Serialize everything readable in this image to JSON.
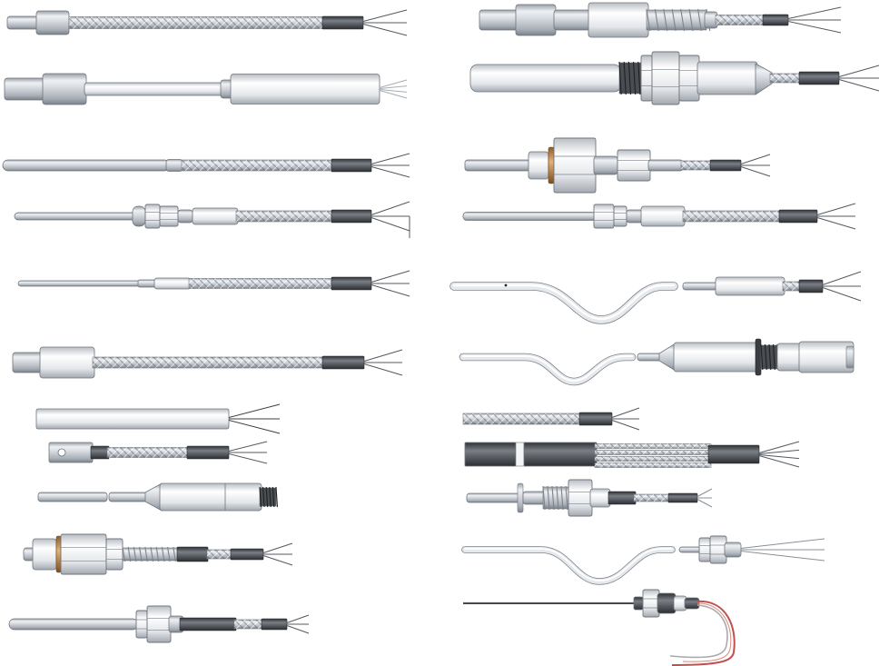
{
  "palette": {
    "background": "#ffffff",
    "steel_light": "#f4f6f8",
    "steel_mid": "#c4c9cf",
    "steel_dark": "#7d838b",
    "outline": "#6f757c",
    "braid_light": "#d3d7dc",
    "braid_dark": "#8e949b",
    "sleeve_dark": "#3c3f44",
    "wire": "#55595e",
    "copper": "#c08a4e",
    "red_wire": "#c0504d"
  },
  "probes": {
    "left": [
      {
        "id": "probe-l1",
        "type": "collar-braided-sensor"
      },
      {
        "id": "probe-l2",
        "type": "sleeved-cylinder-sensor"
      },
      {
        "id": "probe-l3",
        "type": "straight-braided-sensor"
      },
      {
        "id": "probe-l4",
        "type": "compression-fitting-braided-sensor"
      },
      {
        "id": "probe-l5",
        "type": "thin-tip-braided-sensor"
      },
      {
        "id": "probe-l6",
        "type": "threaded-head-braided-sensor"
      },
      {
        "id": "probe-l7",
        "type": "short-cylinder-sensor"
      },
      {
        "id": "probe-l8",
        "type": "ring-lug-sensor"
      },
      {
        "id": "probe-l9",
        "type": "connector-head-sensor"
      },
      {
        "id": "probe-l10",
        "type": "hex-fitting-spring-sensor"
      },
      {
        "id": "probe-l11",
        "type": "hex-nut-bayonet-sensor"
      }
    ],
    "right": [
      {
        "id": "probe-r1",
        "type": "spring-relief-sensor"
      },
      {
        "id": "probe-r2",
        "type": "threaded-bolt-sensor"
      },
      {
        "id": "probe-r3",
        "type": "hex-union-sensor"
      },
      {
        "id": "probe-r4",
        "type": "compression-fitting-sensor"
      },
      {
        "id": "probe-r5",
        "type": "bent-tube-braided-sensor"
      },
      {
        "id": "probe-r6",
        "type": "bent-tube-connector-sensor"
      },
      {
        "id": "probe-r7",
        "type": "braided-lead-sensor"
      },
      {
        "id": "probe-r8",
        "type": "dark-sleeve-quad-braid-sensor"
      },
      {
        "id": "probe-r9",
        "type": "flange-fitting-sensor"
      },
      {
        "id": "probe-r10",
        "type": "bent-tube-nut-sensor"
      },
      {
        "id": "probe-r11",
        "type": "needle-with-red-leads-sensor"
      }
    ]
  }
}
